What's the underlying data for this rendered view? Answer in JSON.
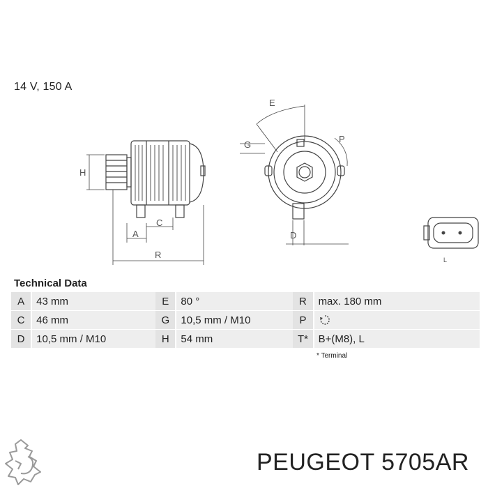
{
  "header": {
    "spec": "14 V, 150 A"
  },
  "drawing": {
    "labels": {
      "H": "H",
      "A": "A",
      "C": "C",
      "R": "R",
      "E": "E",
      "G": "G",
      "P": "P",
      "D": "D",
      "L": "L"
    }
  },
  "tech": {
    "title": "Technical Data",
    "rows": [
      [
        {
          "k": "A",
          "v": "43 mm"
        },
        {
          "k": "E",
          "v": "80 °"
        },
        {
          "k": "R",
          "v": "max. 180 mm"
        }
      ],
      [
        {
          "k": "C",
          "v": "46 mm"
        },
        {
          "k": "G",
          "v": "10,5 mm / M10"
        },
        {
          "k": "P",
          "v": ""
        }
      ],
      [
        {
          "k": "D",
          "v": "10,5 mm / M10"
        },
        {
          "k": "H",
          "v": "54 mm"
        },
        {
          "k": "T*",
          "v": "B+(M8), L"
        }
      ]
    ],
    "note": "* Terminal"
  },
  "footer": {
    "brand": "PEUGEOT 5705AR"
  },
  "icons": {
    "rotation": "clockwise-rotation-icon",
    "logo": "peugeot-lion-logo"
  }
}
